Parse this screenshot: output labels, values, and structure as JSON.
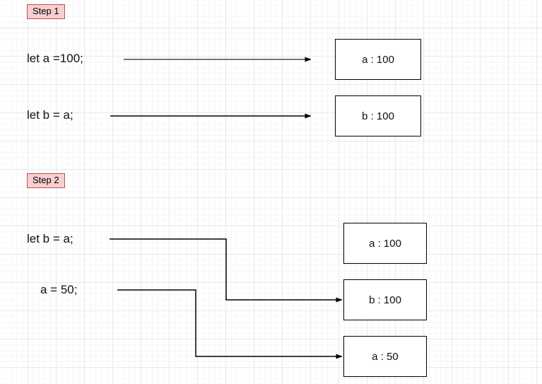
{
  "diagram": {
    "title_steps": [
      {
        "label": "Step 1"
      },
      {
        "label": "Step 2"
      }
    ],
    "step1": {
      "badge": "Step 1",
      "statements": [
        {
          "code": "let a =100;"
        },
        {
          "code": "let b = a;"
        }
      ],
      "boxes": [
        {
          "text": "a : 100"
        },
        {
          "text": "b : 100"
        }
      ]
    },
    "step2": {
      "badge": "Step 2",
      "statements": [
        {
          "code": "let b = a;"
        },
        {
          "code": "a = 50;"
        }
      ],
      "boxes": [
        {
          "text": "a : 100"
        },
        {
          "text": "b : 100"
        },
        {
          "text": "a : 50"
        }
      ]
    },
    "colors": {
      "badge_fill": "#f7cfcf",
      "badge_border": "#c0504d",
      "box_border": "#000000",
      "box_fill": "#ffffff",
      "connector": "#000000",
      "grid_major": "#e8e8e8",
      "grid_minor": "#f7f7f7",
      "background": "#ffffff",
      "text": "#111111"
    }
  }
}
